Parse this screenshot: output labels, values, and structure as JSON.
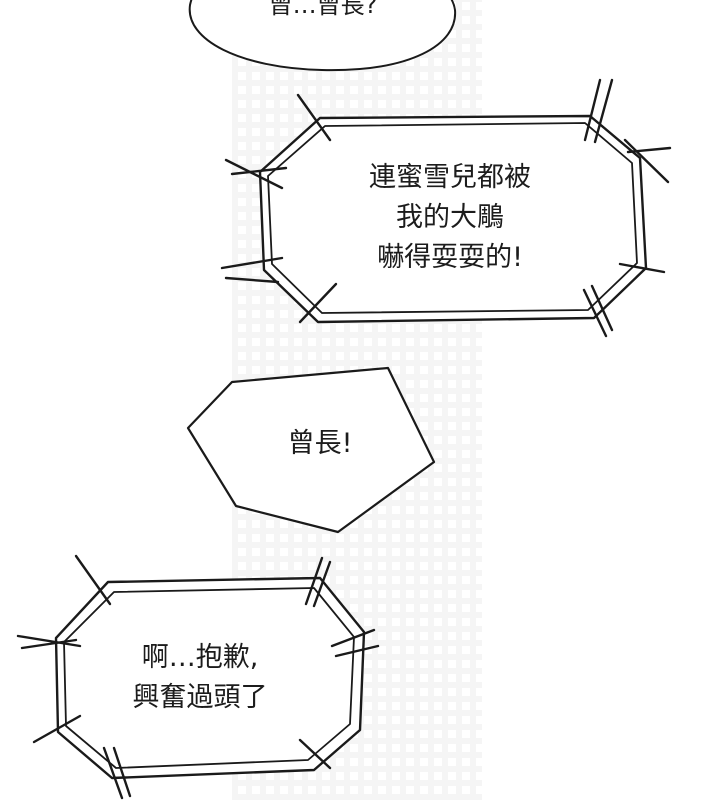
{
  "panel": {
    "bubbles": [
      {
        "id": "bubble-1",
        "lines": [
          "曾…曾長?"
        ]
      },
      {
        "id": "bubble-2",
        "lines": [
          "連蜜雪兒都被",
          "我的大鵰",
          "嚇得耍耍的!"
        ]
      },
      {
        "id": "bubble-3",
        "lines": [
          "曾長!"
        ]
      },
      {
        "id": "bubble-4",
        "lines": [
          "啊…抱歉,",
          "興奮過頭了"
        ]
      }
    ]
  }
}
